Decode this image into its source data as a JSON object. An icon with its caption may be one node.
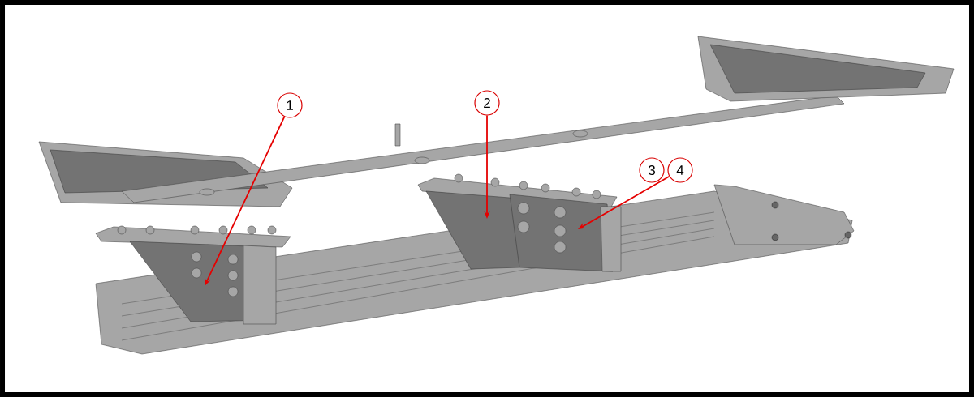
{
  "diagram": {
    "nodes": [
      {
        "text": [
          "1"
        ]
      },
      {
        "text": [
          "2"
        ]
      },
      {
        "text": [
          "3"
        ]
      },
      {
        "text": [
          "4"
        ]
      }
    ],
    "edges": [
      {
        "from": 0,
        "to": null,
        "arrow": "to"
      },
      {
        "from": 1,
        "to": null,
        "arrow": "to"
      },
      {
        "from": 3,
        "to": null,
        "arrow": "to"
      }
    ]
  }
}
